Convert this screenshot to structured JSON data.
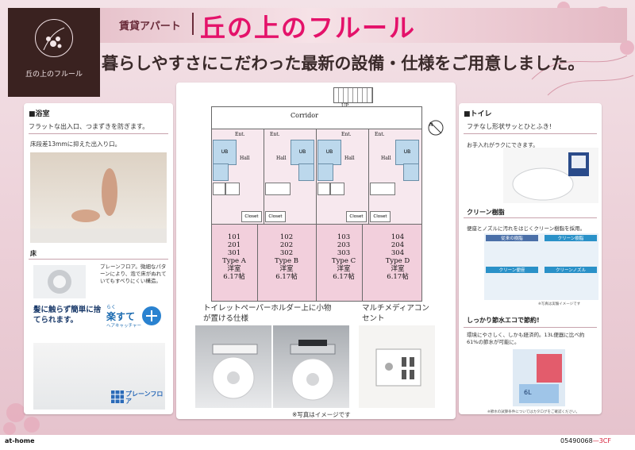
{
  "header": {
    "logo_text": "丘の上のフルール",
    "category": "賃貸アパート",
    "title": "丘の上のフルール",
    "headline": "暮らしやすさにこだわった最新の設備・仕様をご用意しました。"
  },
  "bath": {
    "heading": "■浴室",
    "lead": "フラットな出入口、つまずきを防ぎます。",
    "step_note": "床段差13mmに抑えた出入り口。",
    "floor_heading": "床",
    "floor_desc": "プレーンフロア。微細なパターンにより、泡で床がぬれていてもすべりにくい構造。",
    "drain_text": "髪に触らず簡単に捨てられます。",
    "badge_small": "らく",
    "badge_main": "楽すて",
    "badge_sub": "ヘアキャッチャー",
    "floor_badge": "プレーンフロア"
  },
  "plan": {
    "corridor": "Corridor",
    "up": "UP",
    "ent": "Ent.",
    "ub": "UB",
    "hall": "Hall",
    "closet": "Closet",
    "units": [
      {
        "rooms": [
          "101",
          "201",
          "301"
        ],
        "type": "Type A",
        "room_kind": "洋室",
        "size": "6.17帖"
      },
      {
        "rooms": [
          "102",
          "202",
          "302"
        ],
        "type": "Type B",
        "room_kind": "洋室",
        "size": "6.17帖"
      },
      {
        "rooms": [
          "103",
          "203",
          "303"
        ],
        "type": "Type C",
        "room_kind": "洋室",
        "size": "6.17帖"
      },
      {
        "rooms": [
          "104",
          "204",
          "304"
        ],
        "type": "Type D",
        "room_kind": "洋室",
        "size": "6.17帖"
      }
    ]
  },
  "features": {
    "holder_caption": "トイレットペーパーホルダー上に小物が置ける仕様",
    "media_caption": "マルチメディアコンセント",
    "photo_note": "※写真はイメージです"
  },
  "toilet": {
    "heading": "■トイレ",
    "lead": "フチなし形状サッとひとふき!",
    "care": "お手入れがラクにできます。",
    "resin_heading": "クリーン樹脂",
    "resin_desc": "便座とノズルに汚れをはじくクリーン樹脂を採用。",
    "labels": [
      "従来の樹脂",
      "クリーン樹脂",
      "クリーン便座",
      "クリーンノズル"
    ],
    "resin_note": "※写真は実験イメージです",
    "water_heading": "しっかり節水エコで節約!",
    "water_desc": "環境にやさしく、しかも経済的。13L便器に比べ約61%の節水が可能に。",
    "tank": "6L",
    "water_note": "※節水の試算条件についてはカタログをご確認ください。"
  },
  "footer": {
    "brand": "at-home",
    "code": "05490068",
    "code_suffix": "—3CF"
  },
  "colors": {
    "accent": "#e4126a",
    "frame": "#ecd0d8",
    "logo_bg": "#3a2220"
  }
}
